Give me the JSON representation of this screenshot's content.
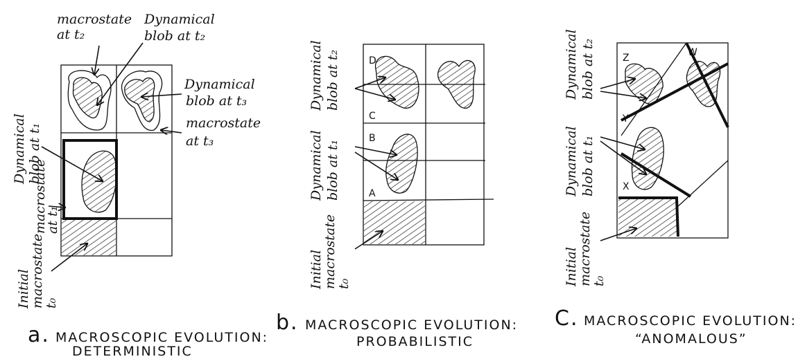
{
  "panel_a": {
    "labels": {
      "macro_t2": [
        "macrostate",
        "at t₂"
      ],
      "blob_t2": [
        "Dynamical",
        "blob at t₂"
      ],
      "blob_t3": [
        "Dynamical",
        "blob at t₃"
      ],
      "macro_t3": [
        "macrostate",
        "at t₃"
      ],
      "blob_t1_vertical": [
        "Dynamical",
        "blob at t₁"
      ],
      "macro_t1_vertical": [
        "macrostate",
        "at t₁"
      ],
      "initial_vertical": [
        "Initial",
        "macrostate",
        "t₀"
      ]
    },
    "caption_prefix": "a.",
    "caption_lines": [
      "MACROSCOPIC EVOLUTION:",
      "DETERMINISTIC"
    ]
  },
  "panel_b": {
    "labels": {
      "blob_t2_vertical": [
        "Dynamical",
        "blob at t₂"
      ],
      "blob_t1_vertical": [
        "Dynamical",
        "blob at t₁"
      ],
      "initial_vertical": [
        "Initial",
        "macrostate",
        "t₀"
      ]
    },
    "cell_letters": [
      "D",
      "C",
      "B",
      "A"
    ],
    "caption_prefix": "b.",
    "caption_lines": [
      "MACROSCOPIC EVOLUTION:",
      "PROBABILISTIC"
    ]
  },
  "panel_c": {
    "labels": {
      "blob_t2_vertical": [
        "Dynamical",
        "blob at t₂"
      ],
      "blob_t1_vertical": [
        "Dynamical",
        "blob at t₁"
      ],
      "initial_vertical": [
        "Initial",
        "macrostate",
        "t₀"
      ]
    },
    "region_letters": [
      "Z",
      "W",
      "Y",
      "X"
    ],
    "caption_prefix": "C.",
    "caption_lines": [
      "MACROSCOPIC EVOLUTION:",
      "“ANOMALOUS”"
    ]
  }
}
